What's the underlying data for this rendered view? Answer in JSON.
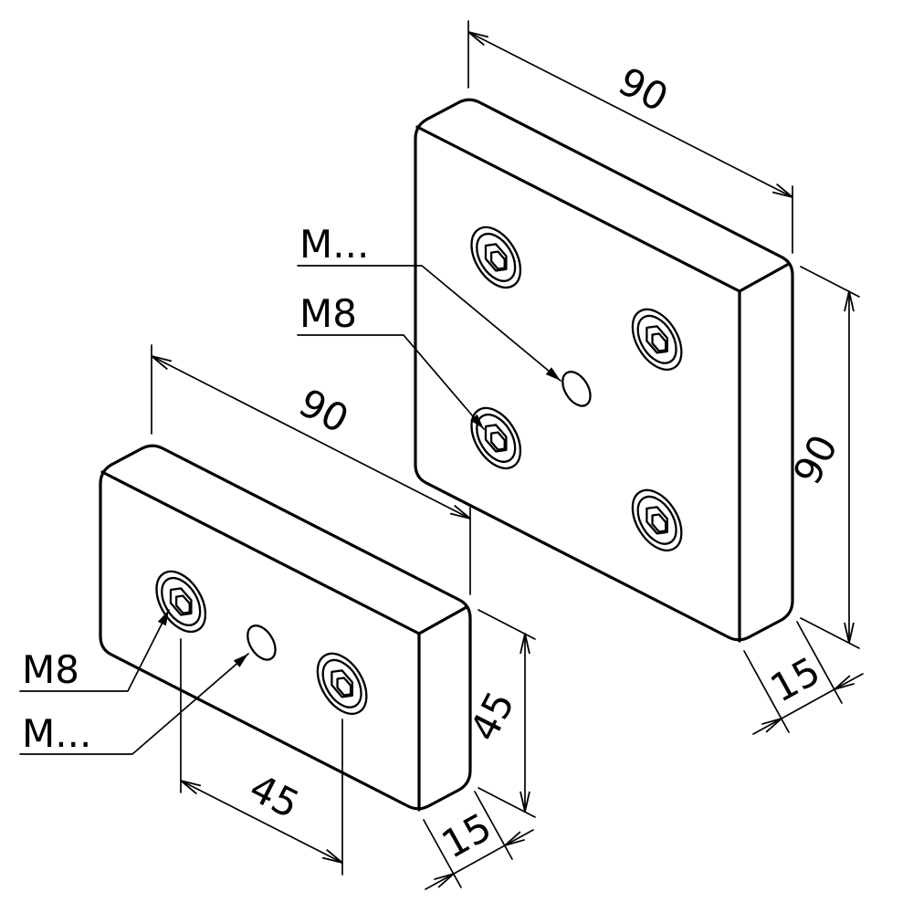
{
  "colors": {
    "line": "#000000",
    "background": "#ffffff"
  },
  "large_plate": {
    "dim_width": "90",
    "dim_height": "90",
    "dim_thickness": "15",
    "hole_label": "M...",
    "screw_label": "M8"
  },
  "small_plate": {
    "dim_width": "90",
    "dim_spacing": "45",
    "dim_height": "45",
    "dim_thickness": "15",
    "screw_label": "M8",
    "hole_label": "M..."
  }
}
